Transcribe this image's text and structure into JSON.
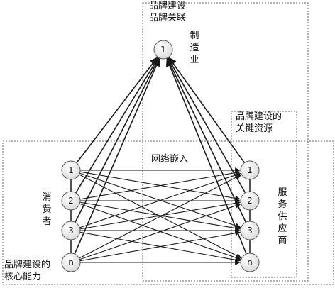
{
  "labels": {
    "brand_association_line1": "品牌建设",
    "brand_association_line2": "品牌关联",
    "manufacturing": "制造业",
    "key_resources_line1": "品牌建设的",
    "key_resources_line2": "关键资源",
    "network_embedding": "网络嵌入",
    "consumers": "消费者",
    "core_capability_line1": "品牌建设的",
    "core_capability_line2": "核心能力",
    "service_suppliers": "服务供应商"
  },
  "nodes": {
    "top": "1",
    "left": [
      "1",
      "2",
      "3",
      "n"
    ],
    "right": [
      "1",
      "2",
      "3",
      "n"
    ]
  },
  "colors": {
    "line": "#1a1a1a",
    "node_fill_top": "#ffffff",
    "node_fill_bottom": "#d9d9d9",
    "node_stroke": "#555555",
    "dashed_box": "#666666"
  }
}
